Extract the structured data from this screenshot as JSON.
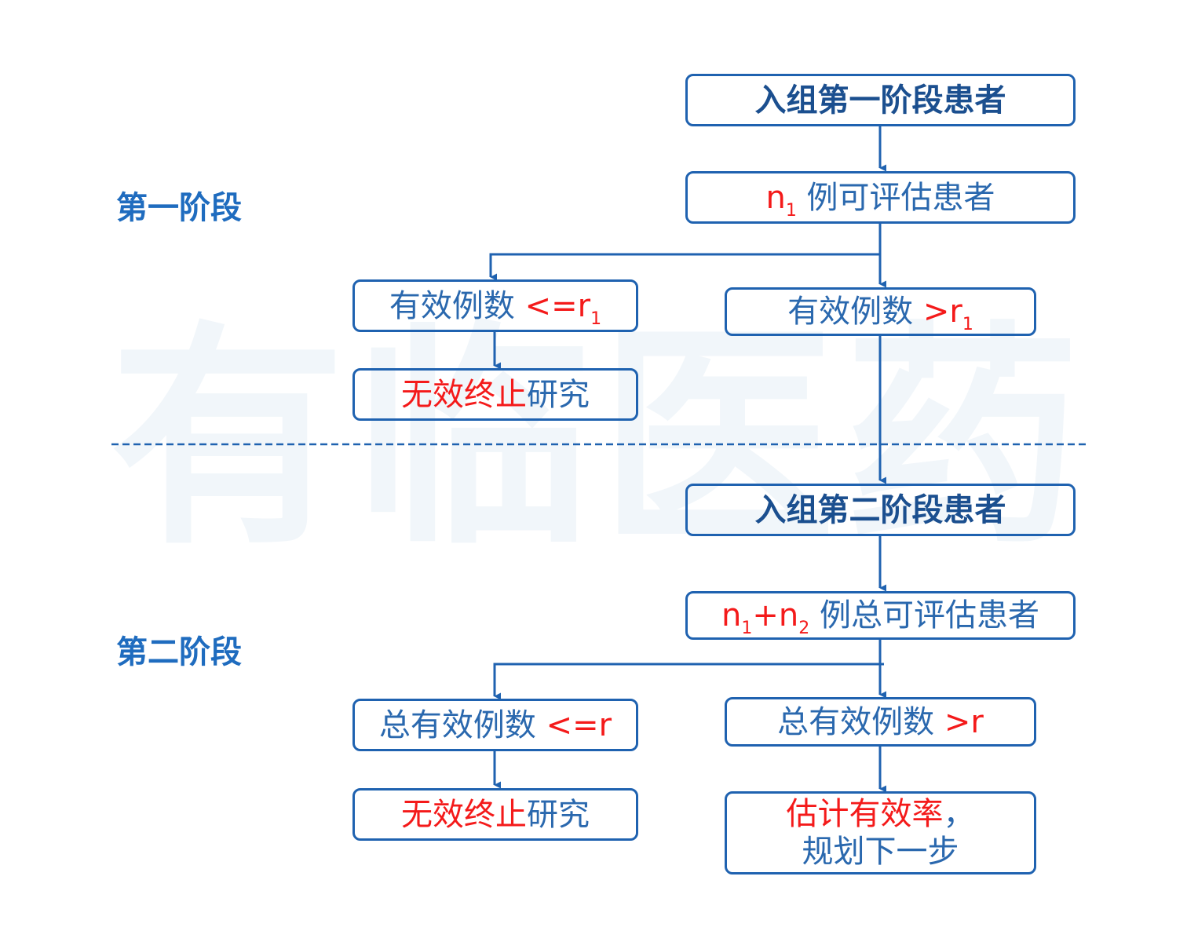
{
  "watermark": "有临医药",
  "stages": {
    "stage1": "第一阶段",
    "stage2": "第二阶段"
  },
  "boxes": {
    "enroll1": "入组第一阶段患者",
    "eval1": {
      "n": "n",
      "n_sub": "1",
      "text": "例可评估患者"
    },
    "le1": {
      "text": "有效例数 ",
      "cond": "<=r",
      "sub": "1"
    },
    "gt1": {
      "text": "有效例数 ",
      "cond": ">r",
      "sub": "1"
    },
    "stop1": {
      "red": "无效终止",
      "blue": "研究"
    },
    "enroll2": "入组第二阶段患者",
    "eval2": {
      "n1": "n",
      "n1_sub": "1",
      "plus": "+n",
      "n2_sub": "2",
      "text": "例总可评估患者"
    },
    "le2": {
      "text": "总有效例数 ",
      "cond": "<=r"
    },
    "gt2": {
      "text": "总有效例数 ",
      "cond": ">r"
    },
    "stop2": {
      "red": "无效终止",
      "blue": "研究"
    },
    "final": {
      "line1": "估计有效率",
      "comma": "，",
      "line2": "规划下一步"
    }
  },
  "colors": {
    "border": "#1f62b0",
    "text": "#2a68ae",
    "highlight": "#f41a1a",
    "stage": "#1f6cbf"
  }
}
